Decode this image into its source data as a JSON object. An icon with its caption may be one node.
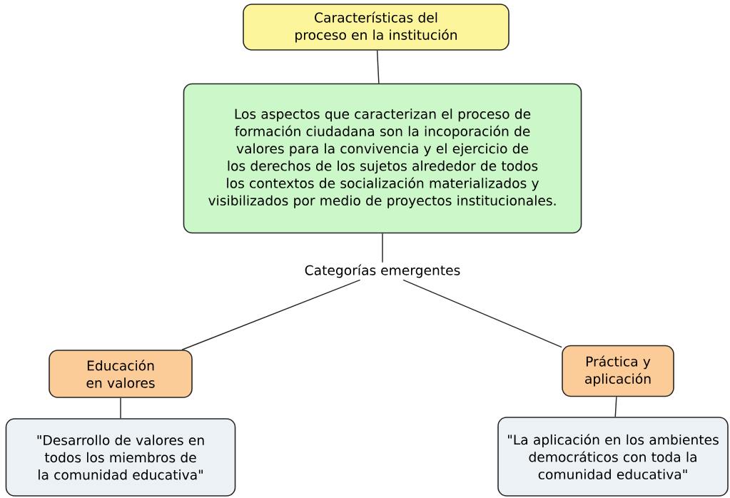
{
  "diagram": {
    "nodes": [
      {
        "text": [
          "Características del proceso en la institución"
        ]
      },
      {
        "text": [
          "Los aspectos que caracterizan el proceso de formación ciudadana son la incoporación de valores para la convivencia y el ejercicio de los derechos de los sujetos alrededor de todos los contextos de socialización materializados y visibilizados por medio de proyectos institucionales."
        ]
      },
      {
        "text": [
          "Categorías emergentes"
        ]
      },
      {
        "text": [
          "Educación en valores"
        ]
      },
      {
        "text": [
          "Práctica y aplicación"
        ]
      },
      {
        "text": [
          "\"Desarrollo de valores en todos los miembros de la comunidad educativa\""
        ]
      },
      {
        "text": [
          "\"La aplicación en los ambientes democráticos con toda la comunidad educativa\""
        ]
      }
    ],
    "edges": [
      {
        "from": 0,
        "to": 1,
        "arrow": "none"
      },
      {
        "from": 1,
        "to": 2,
        "arrow": "none"
      },
      {
        "from": 2,
        "to": 3,
        "arrow": "none"
      },
      {
        "from": 2,
        "to": 4,
        "arrow": "none"
      },
      {
        "from": 3,
        "to": 5,
        "arrow": "none"
      },
      {
        "from": 4,
        "to": 6,
        "arrow": "none"
      }
    ]
  }
}
